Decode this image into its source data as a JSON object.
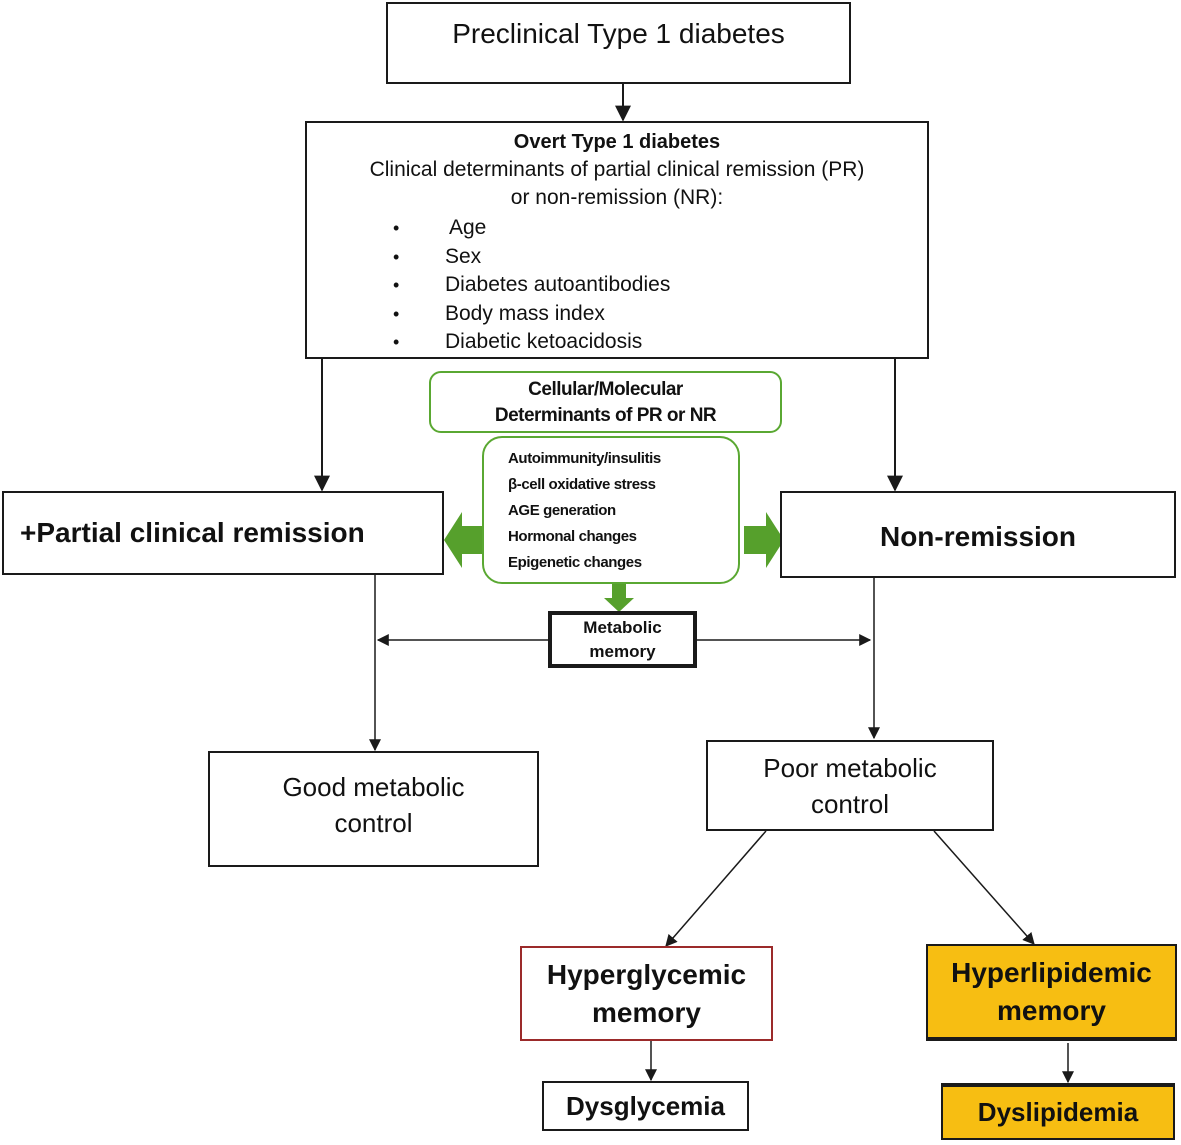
{
  "diagram": {
    "preclinical": "Preclinical Type 1 diabetes",
    "overt": {
      "title": "Overt Type 1 diabetes",
      "subtitle_line1": "Clinical determinants of partial clinical remission (PR)",
      "subtitle_line2": "or non-remission (NR):",
      "determinants": [
        "Age",
        "Sex",
        "Diabetes autoantibodies",
        "Body mass index",
        "Diabetic ketoacidosis"
      ]
    },
    "molecular": {
      "title_line1": "Cellular/Molecular",
      "title_line2": "Determinants of PR or NR",
      "items": [
        "Autoimmunity/insulitis",
        "β-cell oxidative stress",
        "AGE generation",
        "Hormonal changes",
        "Epigenetic changes"
      ]
    },
    "partial_remission": "+Partial clinical remission",
    "non_remission": "Non-remission",
    "metabolic_memory": {
      "line1": "Metabolic",
      "line2": "memory"
    },
    "good_control": {
      "line1": "Good metabolic",
      "line2": "control"
    },
    "poor_control": {
      "line1": "Poor metabolic",
      "line2": "control"
    },
    "hyperglycemic_memory": {
      "line1": "Hyperglycemic",
      "line2": "memory"
    },
    "hyperlipidemic_memory": {
      "line1": "Hyperlipidemic",
      "line2": "memory"
    },
    "dysglycemia": "Dysglycemia",
    "dyslipidemia": "Dyslipidemia"
  },
  "colors": {
    "green_accent": "#5aa832",
    "green_arrow": "#56a02c",
    "lipid_fill": "#f7be12",
    "glycemic_border": "#9b2a2a",
    "line": "#1a1a1a"
  }
}
